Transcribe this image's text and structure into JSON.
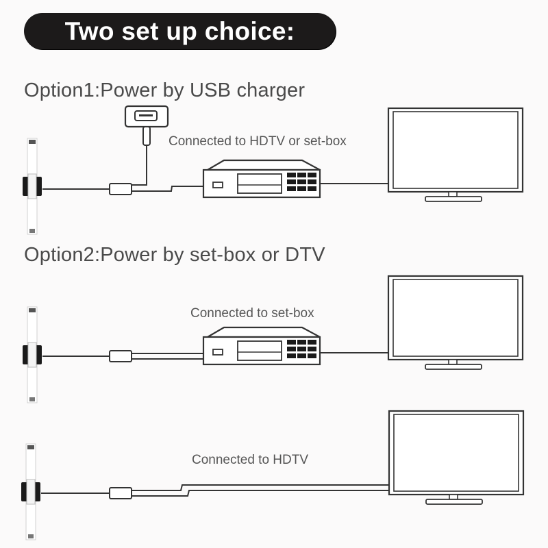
{
  "header": {
    "title": "Two set up choice:"
  },
  "options": [
    {
      "title": "Option1:Power by USB charger",
      "connection_label": "Connected to HDTV or set-box",
      "components": [
        "antenna",
        "usb-charger",
        "power-injector",
        "set-top-box",
        "tv"
      ]
    },
    {
      "title": "Option2:Power by set-box or DTV",
      "setups": [
        {
          "connection_label": "Connected to set-box",
          "components": [
            "antenna",
            "power-injector",
            "set-top-box",
            "tv"
          ]
        },
        {
          "connection_label": "Connected to HDTV",
          "components": [
            "antenna",
            "power-injector",
            "tv"
          ]
        }
      ]
    }
  ],
  "colors": {
    "background": "#fbfafa",
    "banner_bg": "#1c1a1a",
    "banner_text": "#ffffff",
    "line": "#3a3a3a",
    "text": "#4a4a4a"
  }
}
